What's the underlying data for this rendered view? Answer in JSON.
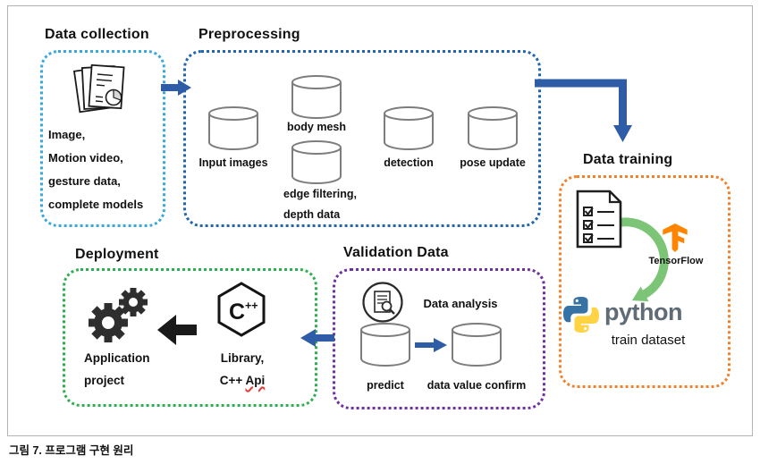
{
  "figure": {
    "caption": "그림 7. 프로그램 구현 원리"
  },
  "colors": {
    "arrow_blue": "#2e5ca6",
    "arrow_black": "#1a1a1a",
    "collection_border": "#38a8dc",
    "preprocessing_border": "#2264ae",
    "training_border": "#f0812d",
    "validation_border": "#7030a0",
    "deployment_border": "#2fae4e",
    "circle_arrow_green": "#7cc576",
    "tensorflow_orange": "#ff8500",
    "python_blue": "#3672a4",
    "python_yellow": "#ffd343",
    "python_wordmark_gray": "#5f6b77"
  },
  "data_collection": {
    "title": "Data collection",
    "line1": "Image,",
    "line2": "Motion video,",
    "line3": "gesture data,",
    "line4": "complete models"
  },
  "preprocessing": {
    "title": "Preprocessing",
    "input_images": "Input images",
    "body_mesh": "body mesh",
    "edge_filtering_line1": "edge filtering,",
    "edge_filtering_line2": "depth data",
    "detection": "detection",
    "pose_update": "pose update"
  },
  "data_training": {
    "title": "Data training",
    "tensorflow": "TensorFlow",
    "python": "python",
    "train_dataset": "train dataset"
  },
  "validation": {
    "title": "Validation Data",
    "data_analysis": "Data analysis",
    "predict": "predict",
    "confirm": "data value confirm"
  },
  "deployment": {
    "title": "Deployment",
    "app_line1": "Application",
    "app_line2": "project",
    "lib_line1": "Library,",
    "lib_line2a": "C++ ",
    "lib_line2b": "Api",
    "cpp_icon_c": "C",
    "cpp_icon_pp": "++"
  }
}
